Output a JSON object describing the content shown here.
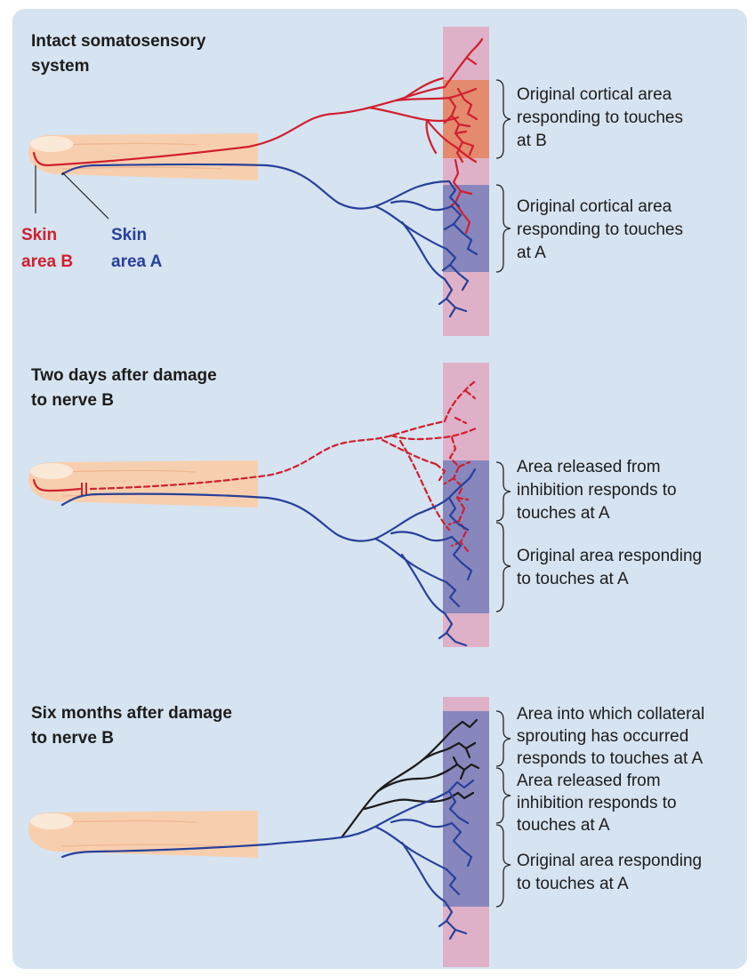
{
  "colors": {
    "background": "#d6e3f1",
    "skin": "#f8cfae",
    "nail": "#fbe9d8",
    "cortex_pink": "#dfb1c8",
    "cortex_orange": "#e38a6f",
    "cortex_blue": "#8787bd",
    "nerve_b_red": "#d11f2e",
    "nerve_a_blue": "#27409a",
    "sprout_black": "#1a1a1a"
  },
  "panels": [
    {
      "title_lines": [
        "Intact somatosensory",
        "system"
      ],
      "skin_labels": {
        "b": [
          "Skin",
          "area B"
        ],
        "a": [
          "Skin",
          "area A"
        ]
      },
      "notes": [
        [
          "Original cortical area",
          "responding to touches",
          "at B"
        ],
        [
          "Original cortical area",
          "responding to touches",
          "at A"
        ]
      ]
    },
    {
      "title_lines": [
        "Two days after damage",
        "to nerve B"
      ],
      "notes": [
        [
          "Area released from",
          "inhibition responds to",
          "touches at A"
        ],
        [
          "Original area responding",
          "to touches at A"
        ]
      ]
    },
    {
      "title_lines": [
        "Six months after damage",
        "to nerve B"
      ],
      "notes": [
        [
          "Area into which collateral",
          "sprouting has occurred",
          "responds to touches at A"
        ],
        [
          "Area released from",
          "inhibition responds to",
          "touches at A"
        ],
        [
          "Original area responding",
          "to touches at A"
        ]
      ]
    }
  ]
}
